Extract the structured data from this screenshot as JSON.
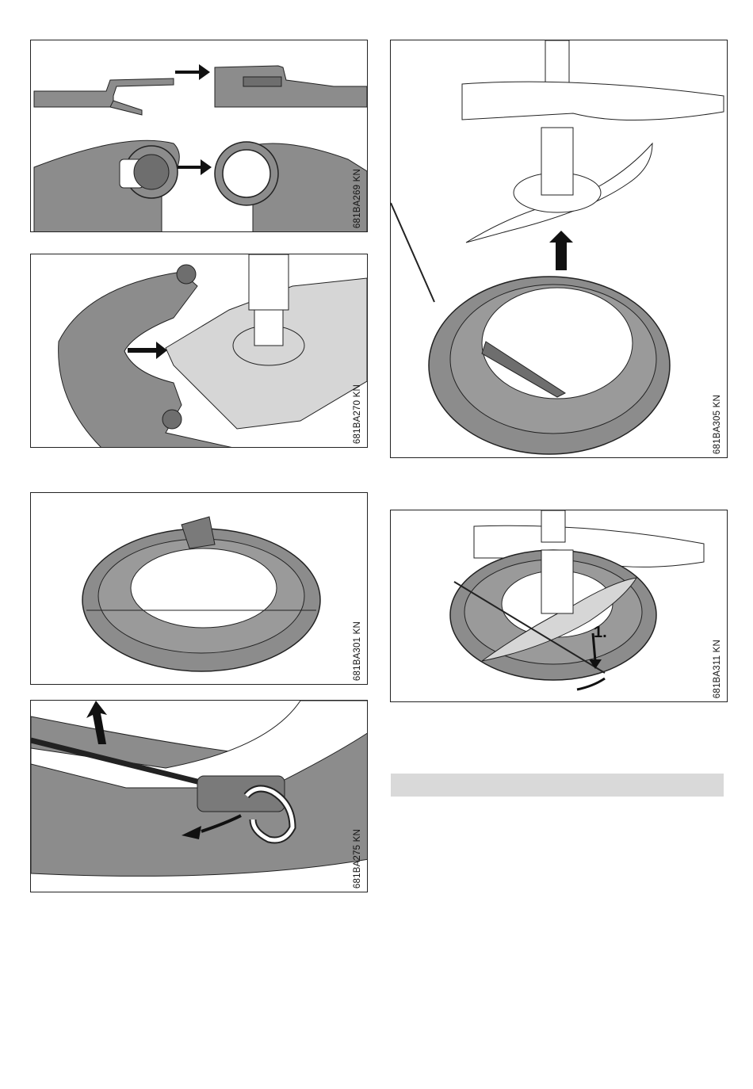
{
  "figures": [
    {
      "id": "fig-1",
      "code": "681BA269 KN"
    },
    {
      "id": "fig-2",
      "code": "681BA270 KN"
    },
    {
      "id": "fig-3",
      "code": "681BA301 KN"
    },
    {
      "id": "fig-4",
      "code": "681BA275 KN"
    },
    {
      "id": "fig-5",
      "code": "681BA305 KN"
    },
    {
      "id": "fig-6",
      "code": "681BA311 KN",
      "step_label": "1."
    }
  ],
  "colors": {
    "guard_gray": "#8c8c8c",
    "blade_gray": "#d6d6d6",
    "line": "#222222",
    "section_bar": "#d9d9d9"
  }
}
